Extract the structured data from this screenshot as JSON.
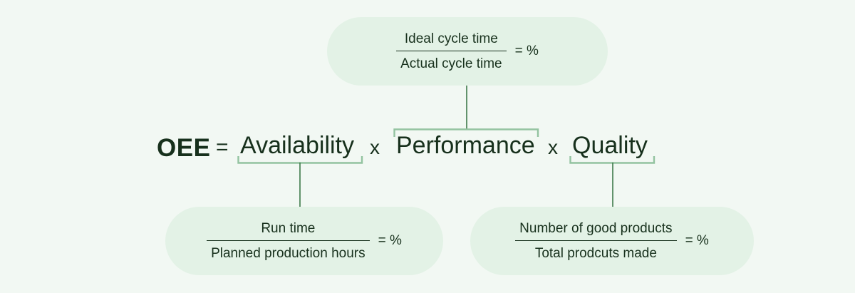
{
  "diagram": {
    "title": "OEE calculation formula",
    "colors": {
      "page_background": "#f2f8f3",
      "box_background": "#e3f2e6",
      "text": "#17301c",
      "connector_line": "#3d7a4a",
      "bracket": "#93c3a0"
    }
  },
  "equation": {
    "label": "OEE",
    "equals": "=",
    "multiply_1": "x",
    "multiply_2": "x",
    "terms": [
      {
        "name": "availability",
        "label": "Availability"
      },
      {
        "name": "performance",
        "label": "Performance"
      },
      {
        "name": "quality",
        "label": "Quality"
      }
    ]
  },
  "boxes": {
    "performance": {
      "numerator": "Ideal cycle time",
      "denominator": "Actual cycle time",
      "result": "= %"
    },
    "availability": {
      "numerator": "Run time",
      "denominator": "Planned production hours",
      "result": "= %"
    },
    "quality": {
      "numerator": "Number of good products",
      "denominator": "Total prodcuts made",
      "result": "= %"
    }
  }
}
